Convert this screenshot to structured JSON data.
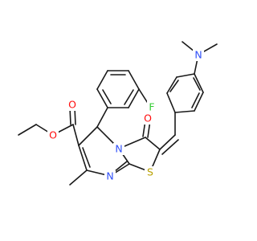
{
  "atoms": {
    "F": {
      "text": "F",
      "color": "#33cc33"
    },
    "N_amine": {
      "text": "N",
      "color": "#3050f8"
    },
    "N_ring_bridge": {
      "text": "N",
      "color": "#3050f8"
    },
    "N_ring_low": {
      "text": "N",
      "color": "#3050f8"
    },
    "S": {
      "text": "S",
      "color": "#b8a000"
    },
    "O_ketone": {
      "text": "O",
      "color": "#ff0d0d"
    },
    "O_ester_carbonyl": {
      "text": "O",
      "color": "#ff0d0d"
    },
    "O_ester_ether": {
      "text": "O",
      "color": "#ff0d0d"
    }
  }
}
